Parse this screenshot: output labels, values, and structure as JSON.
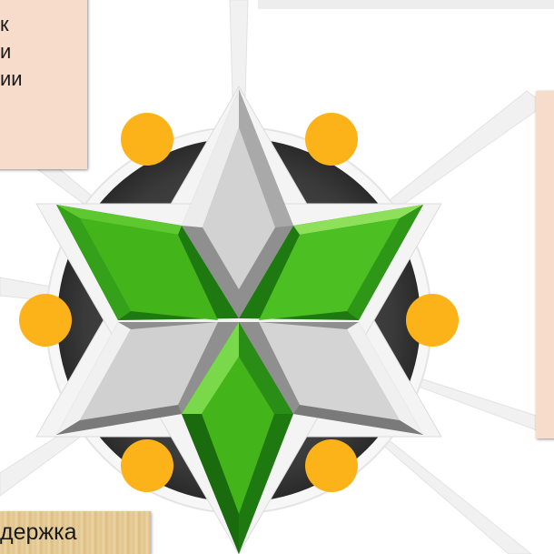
{
  "callouts": {
    "top_left_lines": [
      "к",
      "и",
      "ии"
    ]
  },
  "wood_label": {
    "text": "держка"
  },
  "colors": {
    "green": "#43b51b",
    "gray": "#d2d2d2",
    "dark_ring": "#3a3a3a",
    "dot": "#fbb319",
    "callout_bg": "#f8dccb"
  }
}
